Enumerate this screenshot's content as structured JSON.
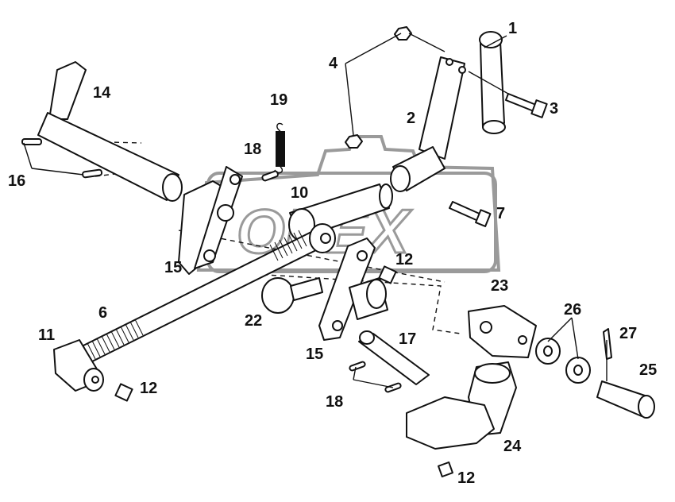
{
  "diagram": {
    "watermark": "OPEX",
    "callouts": [
      {
        "label": "1"
      },
      {
        "label": "4"
      },
      {
        "label": "14"
      },
      {
        "label": "19"
      },
      {
        "label": "2"
      },
      {
        "label": "3"
      },
      {
        "label": "18"
      },
      {
        "label": "16"
      },
      {
        "label": "10"
      },
      {
        "label": "7"
      },
      {
        "label": "15"
      },
      {
        "label": "12"
      },
      {
        "label": "6"
      },
      {
        "label": "23"
      },
      {
        "label": "11"
      },
      {
        "label": "22"
      },
      {
        "label": "26"
      },
      {
        "label": "27"
      },
      {
        "label": "17"
      },
      {
        "label": "15"
      },
      {
        "label": "12"
      },
      {
        "label": "25"
      },
      {
        "label": "18"
      },
      {
        "label": "24"
      },
      {
        "label": "12"
      }
    ]
  }
}
